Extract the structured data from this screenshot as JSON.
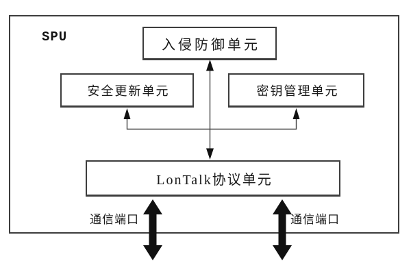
{
  "diagram": {
    "container_label": "SPU",
    "boxes": {
      "intrusion": {
        "label": "入侵防御单元"
      },
      "security_update": {
        "label": "安全更新单元"
      },
      "key_management": {
        "label": "密钥管理单元"
      },
      "lontalk": {
        "label": "LonTalk协议单元"
      }
    },
    "ports": {
      "left_label": "通信端口",
      "right_label": "通信端口"
    },
    "colors": {
      "background": "#ffffff",
      "box_border": "#3d3d3d",
      "connector_line": "#444444",
      "arrow_fill": "#111111",
      "text": "#1a1a1a"
    }
  }
}
